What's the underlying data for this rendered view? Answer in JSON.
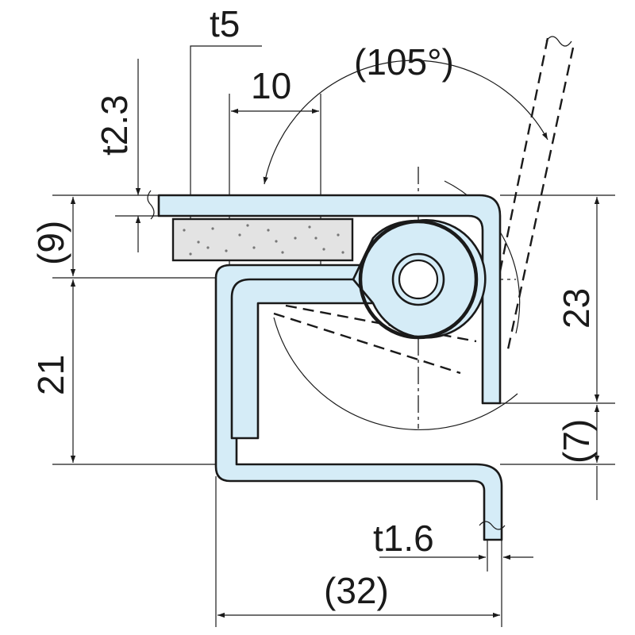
{
  "labels": {
    "door_thickness": "t5",
    "width_10": "10",
    "angle": "(105°)",
    "panel_thickness": "t2.3",
    "height_9": "(9)",
    "height_21": "21",
    "height_23": "23",
    "height_7": "(7)",
    "frame_thickness": "t1.6",
    "width_32": "(32)"
  }
}
